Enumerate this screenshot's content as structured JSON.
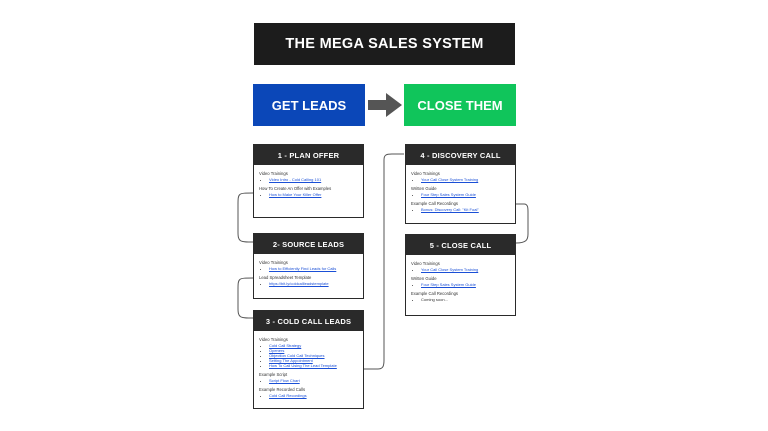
{
  "title": "THE MEGA SALES SYSTEM",
  "stages": {
    "get_leads": "GET LEADS",
    "close_them": "CLOSE THEM"
  },
  "colors": {
    "dark": "#1c1c1c",
    "card_header": "#2a2a2a",
    "blue": "#0b47b8",
    "green": "#10c55b",
    "arrow": "#555555",
    "link": "#1a4fd6"
  },
  "cards": {
    "plan_offer": {
      "title": "1 - PLAN OFFER",
      "sections": [
        {
          "title": "Video Trainings",
          "items": [
            {
              "text": "Video Intro - Cold Calling 101",
              "link": true
            }
          ]
        },
        {
          "title": "How To Create An Offer with Examples",
          "items": [
            {
              "text": "How to Make Your Killer Offer",
              "link": true
            }
          ]
        }
      ]
    },
    "source_leads": {
      "title": "2- SOURCE LEADS",
      "sections": [
        {
          "title": "Video Trainings",
          "items": [
            {
              "text": "How to Efficiently Find Leads for Calls",
              "link": true
            }
          ]
        },
        {
          "title": "Lead Spreadsheet Template",
          "items": [
            {
              "text": "https://bit.ly/coldcallleadstemplate",
              "link": true
            }
          ]
        }
      ]
    },
    "cold_call_leads": {
      "title": "3 - COLD CALL LEADS",
      "sections": [
        {
          "title": "Video Trainings",
          "items": [
            {
              "text": "Cold Call Strategy",
              "link": true
            },
            {
              "text": "Openers",
              "link": true
            },
            {
              "text": "Objection Cold Call Techniques",
              "link": true
            },
            {
              "text": "Setting The Appointment",
              "link": true
            },
            {
              "text": "How To Call Using The Lead Template",
              "link": true
            }
          ]
        },
        {
          "title": "Example Script",
          "items": [
            {
              "text": "Script Flow Chart",
              "link": true
            }
          ]
        },
        {
          "title": "Example Recorded Calls",
          "items": [
            {
              "text": "Cold Call Recordings",
              "link": true
            }
          ]
        }
      ]
    },
    "discovery_call": {
      "title": "4 - DISCOVERY CALL",
      "sections": [
        {
          "title": "Video Trainings",
          "items": [
            {
              "text": "Your Call Close System Training",
              "link": true
            }
          ]
        },
        {
          "title": "Written Guide",
          "items": [
            {
              "text": "Four Step Sales System Guide",
              "link": true
            }
          ]
        },
        {
          "title": "Example Call Recordings",
          "items": [
            {
              "text": "Bonus: Discovery Call: \"Kit Foal\"",
              "link": true
            }
          ]
        }
      ]
    },
    "close_call": {
      "title": "5 - CLOSE CALL",
      "sections": [
        {
          "title": "Video Trainings",
          "items": [
            {
              "text": "Your Call Close System Training",
              "link": true
            }
          ]
        },
        {
          "title": "Written Guide",
          "items": [
            {
              "text": "Four Step Sales System Guide",
              "link": true
            }
          ]
        },
        {
          "title": "Example Call Recordings",
          "items": [
            {
              "text": "Coming soon...",
              "link": false
            }
          ]
        }
      ]
    }
  }
}
